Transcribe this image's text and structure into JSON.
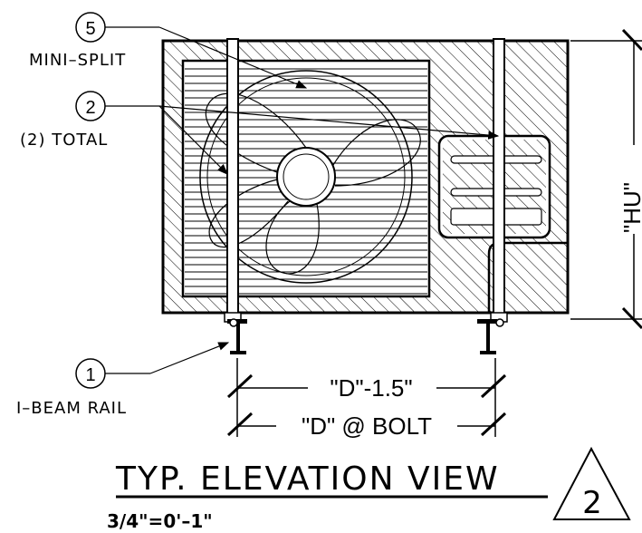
{
  "callouts": {
    "mini_split": {
      "number": "5",
      "label": "MINI–SPLIT"
    },
    "bracket": {
      "number": "2",
      "label": "(2) TOTAL"
    },
    "rail": {
      "number": "1",
      "label": "I–BEAM RAIL"
    }
  },
  "dimensions": {
    "height": "\"HU\"",
    "inner_width": "\"D\"-1.5\"",
    "bolt_width": "\"D\" @ BOLT"
  },
  "title": {
    "text": "TYP. ELEVATION VIEW",
    "detail_number": "2",
    "scale": "3/4\"=0'–1\""
  }
}
